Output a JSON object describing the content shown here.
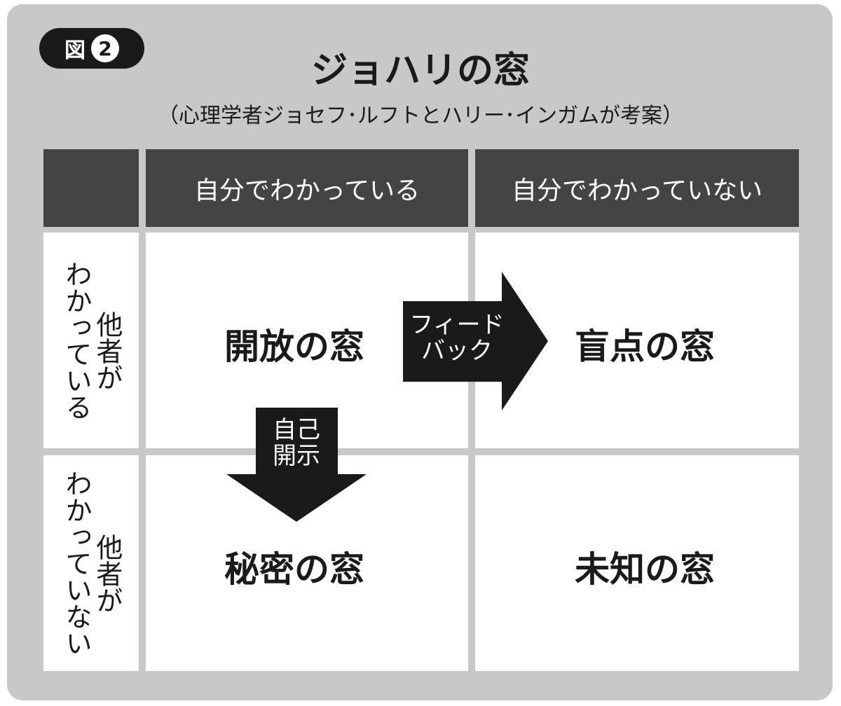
{
  "figure": {
    "badge_label": "図",
    "badge_number": "2",
    "title": "ジョハリの窓",
    "subtitle": "（心理学者ジョセフ･ルフトとハリー･インガムが考案）"
  },
  "columns": {
    "known_to_self": "自分でわかっている",
    "unknown_to_self": "自分でわかっていない"
  },
  "rows": {
    "known_to_others": {
      "line1": "他者が",
      "line2": "わかっている"
    },
    "unknown_to_others": {
      "line1": "他者が",
      "line2": "わかっていない"
    }
  },
  "quadrants": {
    "open": "開放の窓",
    "blind": "盲点の窓",
    "hidden": "秘密の窓",
    "unknown": "未知の窓"
  },
  "arrows": {
    "feedback": {
      "line1": "フィード",
      "line2": "バック"
    },
    "self_disclosure": {
      "line1": "自己",
      "line2": "開示"
    }
  },
  "colors": {
    "panel": "#c8c8c8",
    "header": "#444444",
    "arrow": "#1a1a1a"
  }
}
